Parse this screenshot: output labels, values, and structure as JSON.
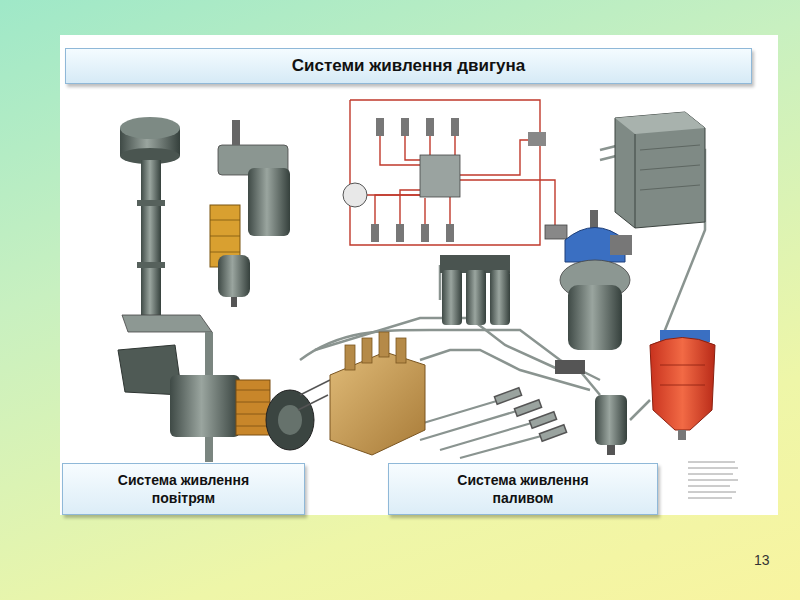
{
  "diagram": {
    "title": "Системи живлення двигуна",
    "nodes": [
      {
        "text": [
          "Система живлення повітрям"
        ]
      },
      {
        "text": [
          "Система живлення паливом"
        ]
      }
    ],
    "labels": [
      "13"
    ]
  }
}
